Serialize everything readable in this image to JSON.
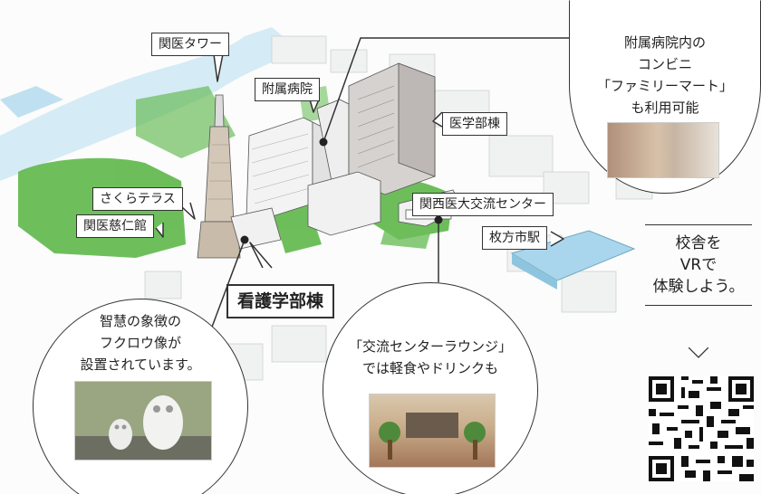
{
  "labels": {
    "tower": "関医タワー",
    "hospital": "附属病院",
    "medical_building": "医学部棟",
    "sakura_terrace": "さくらテラス",
    "jijin_hall": "関医慈仁館",
    "nursing_building": "看護学部棟",
    "exchange_center": "関西医大交流センター",
    "hirakata_station": "枚方市駅"
  },
  "bubbles": {
    "convenience": {
      "lines": [
        "附属病院内の",
        "コンビニ",
        "「ファミリーマート」",
        "も利用可能"
      ],
      "photo_icon": "convenience-store-photo"
    },
    "owl": {
      "lines": [
        "智慧の象徴の",
        "フクロウ像が",
        "設置されています。"
      ],
      "photo_icon": "owl-statue-photo"
    },
    "lounge": {
      "lines": [
        "「交流センターラウンジ」",
        "では軽食やドリンクも"
      ],
      "photo_icon": "lounge-photo"
    }
  },
  "vr": {
    "lines": [
      "校舎を",
      "VRで",
      "体験しよう。"
    ],
    "qr_icon": "qr-code-icon"
  },
  "colors": {
    "green": "#5eb84a",
    "water": "#a9d6ec",
    "building": "#ececec",
    "line": "#333333"
  }
}
